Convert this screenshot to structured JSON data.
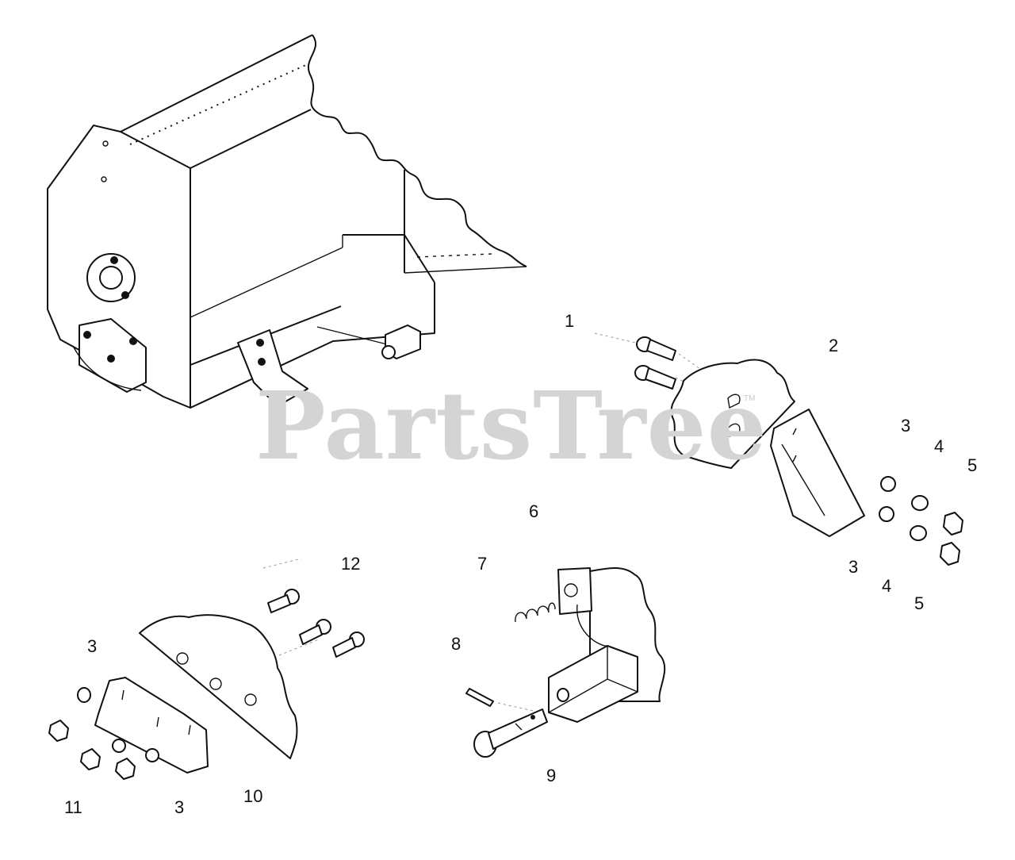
{
  "watermark": {
    "text": "PartsTree",
    "mark": "TM"
  },
  "callouts": [
    {
      "id": "c1",
      "label": "1"
    },
    {
      "id": "c2",
      "label": "2"
    },
    {
      "id": "c3a",
      "label": "3"
    },
    {
      "id": "c4a",
      "label": "4"
    },
    {
      "id": "c5a",
      "label": "5"
    },
    {
      "id": "c6",
      "label": "6"
    },
    {
      "id": "c3b",
      "label": "3"
    },
    {
      "id": "c4b",
      "label": "4"
    },
    {
      "id": "c5b",
      "label": "5"
    },
    {
      "id": "c12",
      "label": "12"
    },
    {
      "id": "c7",
      "label": "7"
    },
    {
      "id": "c3c",
      "label": "3"
    },
    {
      "id": "c8",
      "label": "8"
    },
    {
      "id": "c9",
      "label": "9"
    },
    {
      "id": "c10",
      "label": "10"
    },
    {
      "id": "c11",
      "label": "11"
    },
    {
      "id": "c3d",
      "label": "3"
    }
  ]
}
